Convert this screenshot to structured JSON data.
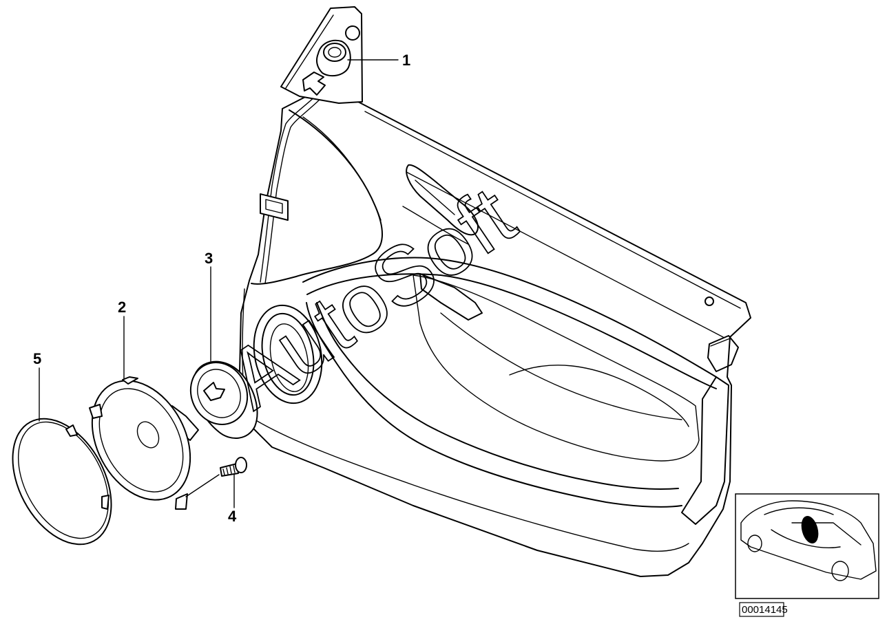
{
  "callouts": [
    {
      "id": "1",
      "label": "1"
    },
    {
      "id": "2",
      "label": "2"
    },
    {
      "id": "3",
      "label": "3"
    },
    {
      "id": "4",
      "label": "4"
    },
    {
      "id": "5",
      "label": "5"
    }
  ],
  "watermark": "AutoSoft",
  "reference_number": "00014145",
  "colors": {
    "line": "#000000",
    "background": "#ffffff"
  }
}
